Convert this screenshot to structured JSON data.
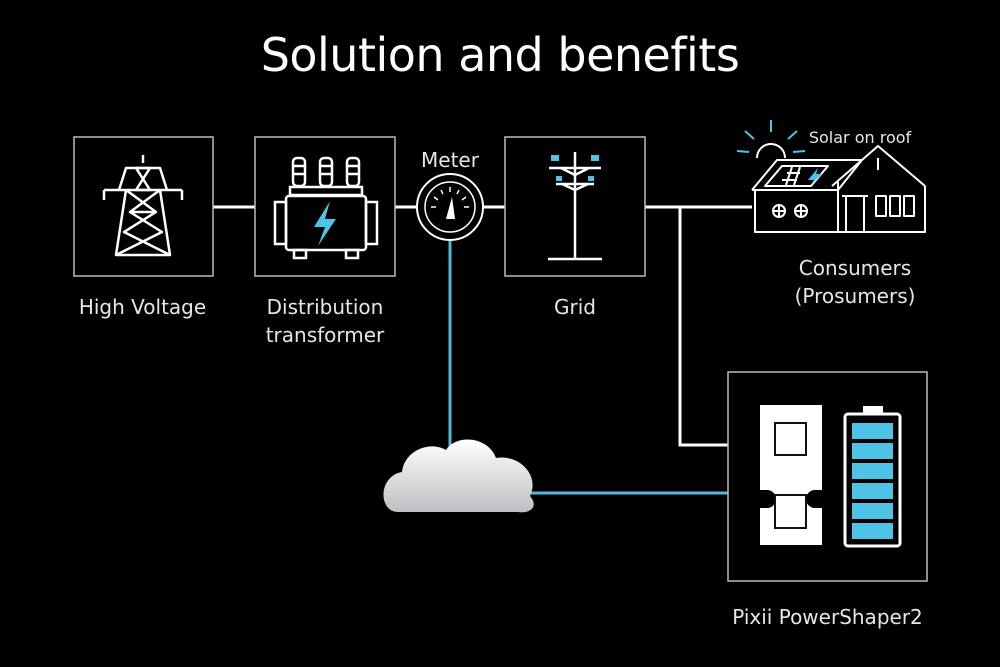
{
  "title": "Solution and benefits",
  "nodes": {
    "high_voltage": "High Voltage",
    "distribution": [
      "Distribution",
      "transformer"
    ],
    "meter": "Meter",
    "grid": "Grid",
    "consumers": [
      "Consumers",
      "(Prosumers)"
    ],
    "solar": "Solar on roof",
    "powershaper": "Pixii PowerShaper2"
  },
  "colors": {
    "line": "#ffffff",
    "data_link": "#4fb8dc",
    "accent": "#4fc3e6",
    "background": "#000000"
  }
}
